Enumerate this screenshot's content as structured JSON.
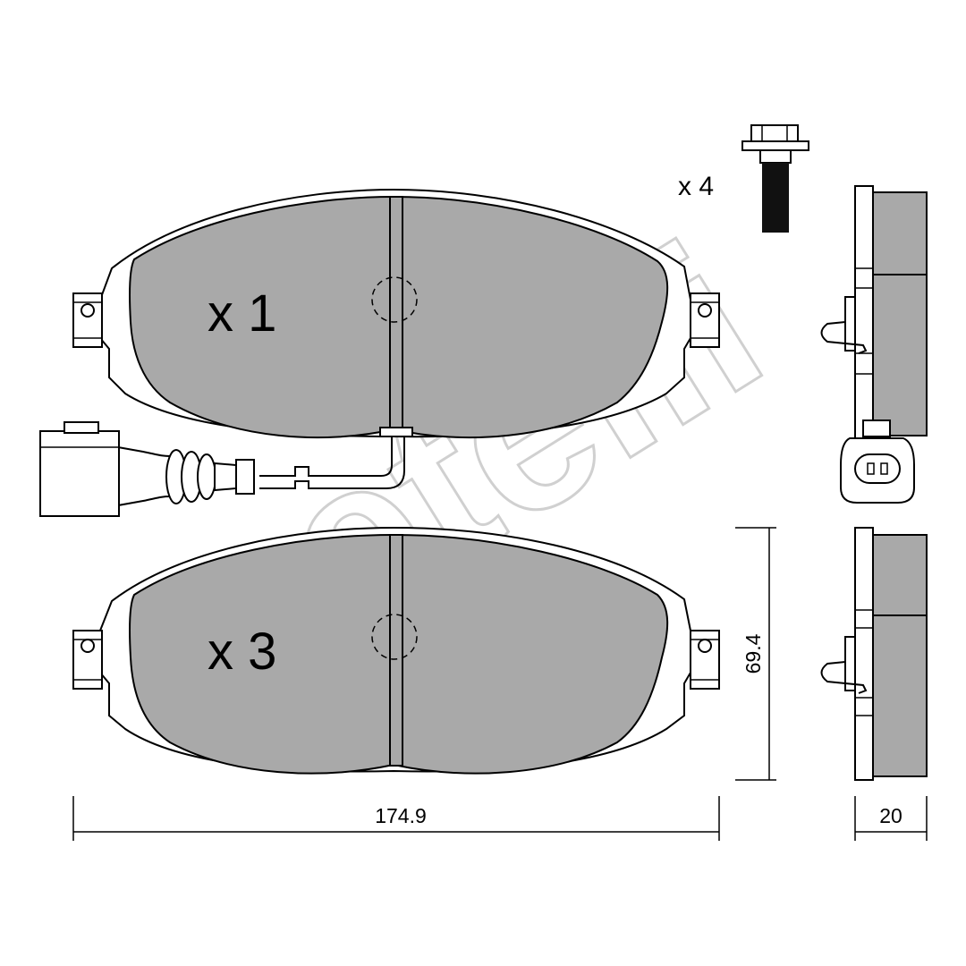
{
  "watermark": {
    "text": "metelli"
  },
  "parts": {
    "pad_with_sensor": {
      "quantity": "x 1"
    },
    "pad_plain": {
      "quantity": "x 3"
    },
    "bolts": {
      "quantity": "x 4"
    }
  },
  "dimensions": {
    "width": "174.9",
    "height": "69.4",
    "thickness": "20"
  },
  "colors": {
    "friction": "#a9a9a9",
    "backplate": "#ffffff",
    "line": "#000000",
    "watermark": "#d0d0d0"
  }
}
